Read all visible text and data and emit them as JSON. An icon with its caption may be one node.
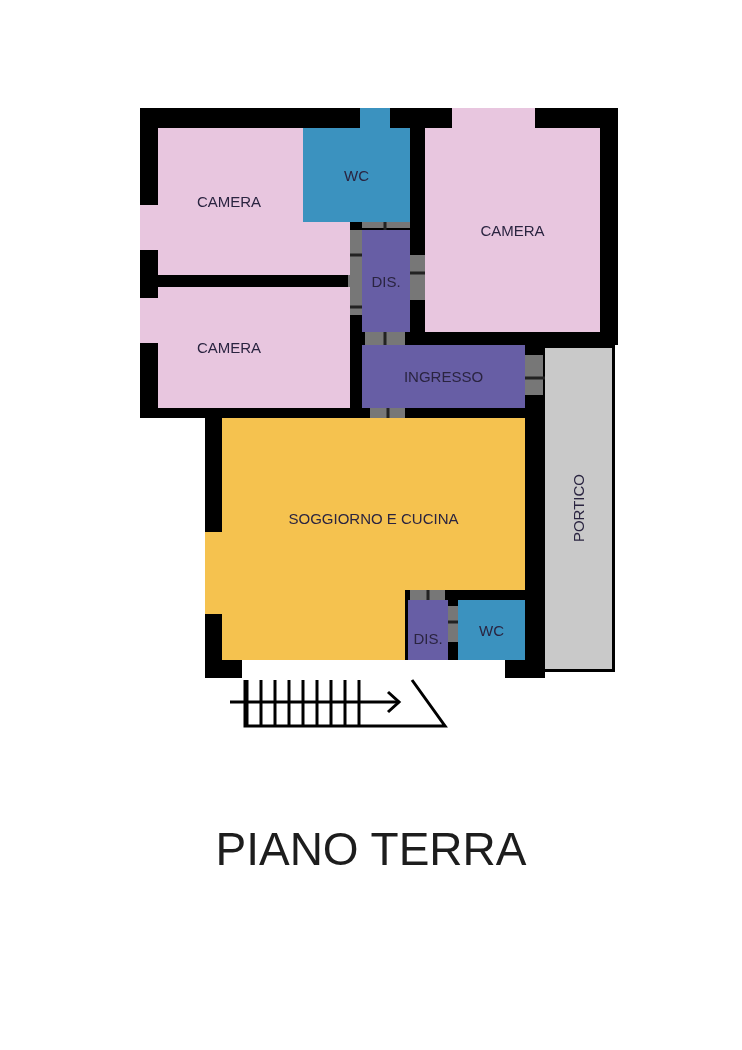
{
  "diagram": {
    "title": "PIANO TERRA",
    "nodes": [
      {
        "text": [
          "CAMERA"
        ]
      },
      {
        "text": [
          "WC"
        ]
      },
      {
        "text": [
          "CAMERA"
        ]
      },
      {
        "text": [
          "DIS."
        ]
      },
      {
        "text": [
          "CAMERA"
        ]
      },
      {
        "text": [
          "INGRESSO"
        ]
      },
      {
        "text": [
          "SOGGIORNO E CUCINA"
        ]
      },
      {
        "text": [
          "PORTICO"
        ]
      },
      {
        "text": [
          "DIS."
        ]
      },
      {
        "text": [
          "WC"
        ]
      }
    ],
    "edges": []
  }
}
